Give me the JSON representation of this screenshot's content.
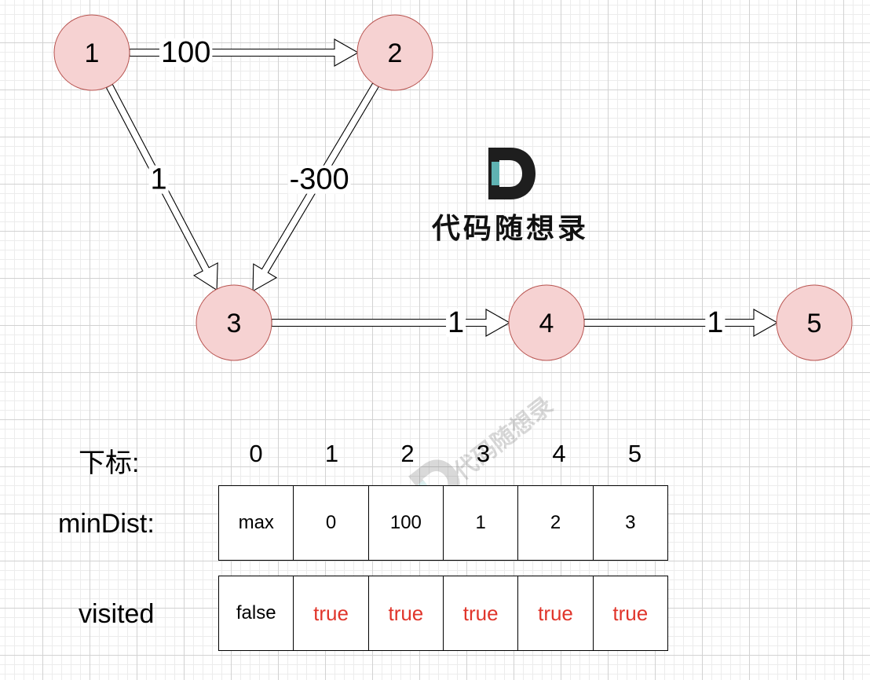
{
  "graph": {
    "nodes": [
      {
        "id": "1",
        "label": "1"
      },
      {
        "id": "2",
        "label": "2"
      },
      {
        "id": "3",
        "label": "3"
      },
      {
        "id": "4",
        "label": "4"
      },
      {
        "id": "5",
        "label": "5"
      }
    ],
    "edges": [
      {
        "from": "1",
        "to": "2",
        "weight": "100"
      },
      {
        "from": "1",
        "to": "3",
        "weight": "1"
      },
      {
        "from": "2",
        "to": "3",
        "weight": "-300"
      },
      {
        "from": "3",
        "to": "4",
        "weight": "1"
      },
      {
        "from": "4",
        "to": "5",
        "weight": "1"
      }
    ],
    "colors": {
      "node_fill": "#f6d2d2",
      "node_stroke": "#b85450",
      "true_text": "#e0352b"
    }
  },
  "logo": {
    "text": "代码随想录",
    "mark_letter": "D"
  },
  "table": {
    "index_label": "下标:",
    "indices": [
      "0",
      "1",
      "2",
      "3",
      "4",
      "5"
    ],
    "mindist_label": "minDist:",
    "mindist": [
      "max",
      "0",
      "100",
      "1",
      "2",
      "3"
    ],
    "visited_label": "visited",
    "visited": [
      "false",
      "true",
      "true",
      "true",
      "true",
      "true"
    ]
  }
}
